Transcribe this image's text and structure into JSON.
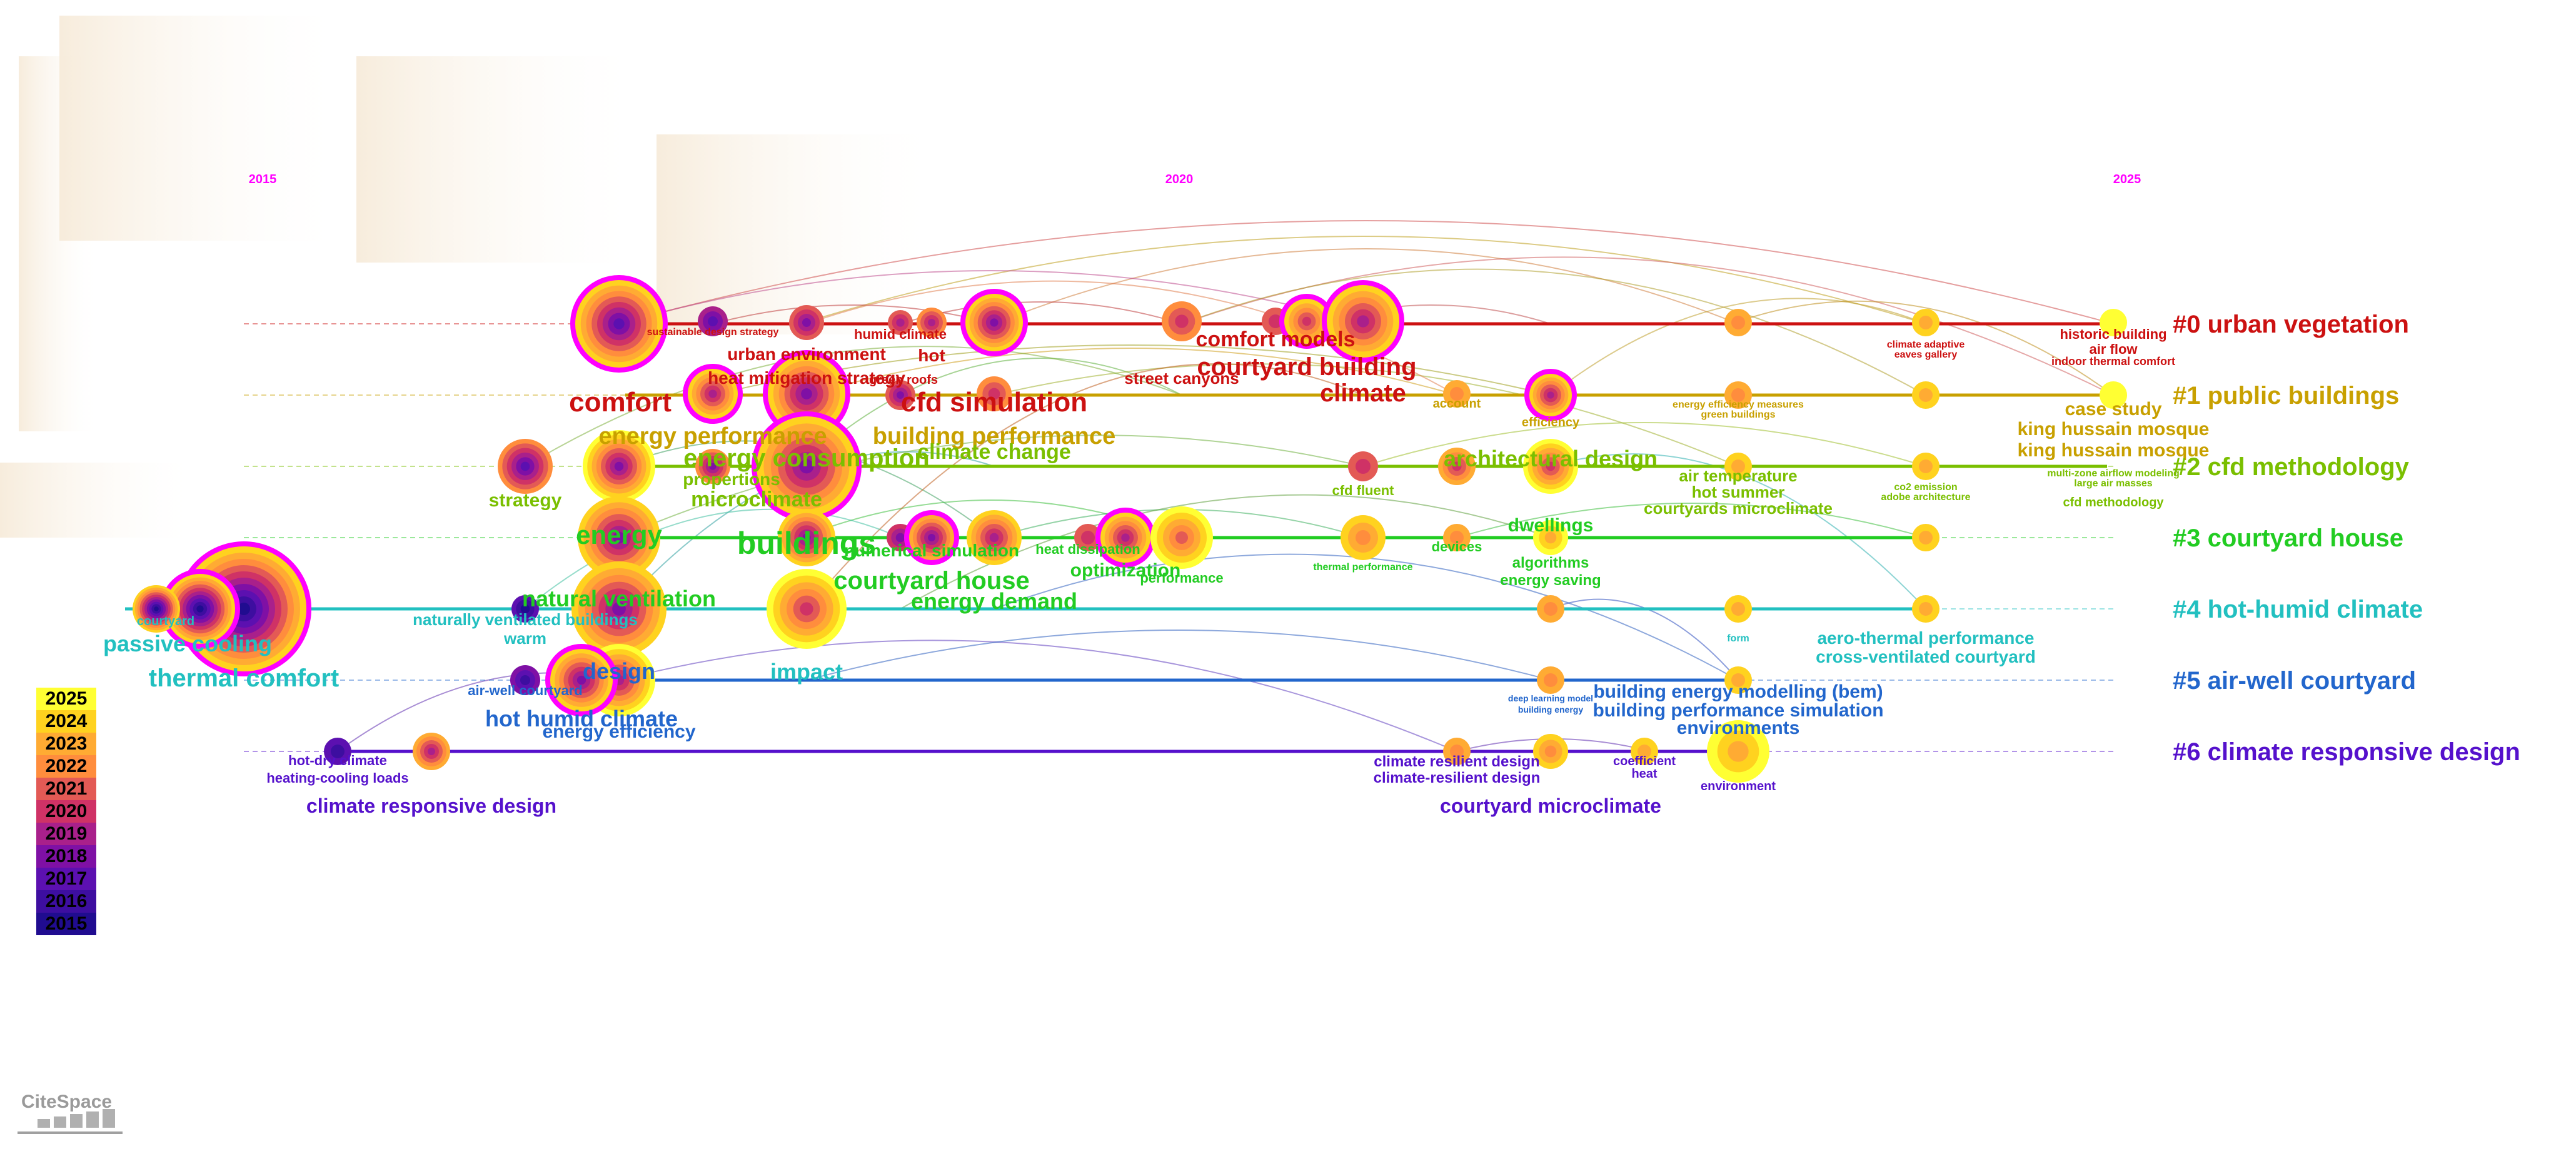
{
  "years": [
    "2015",
    "2020",
    "2025"
  ],
  "clusters": [
    {
      "id": 0,
      "label": "#0 urban vegetation",
      "color": "#cc1111"
    },
    {
      "id": 1,
      "label": "#1 public buildings",
      "color": "#c8a000"
    },
    {
      "id": 2,
      "label": "#2 cfd methodology",
      "color": "#7abf00"
    },
    {
      "id": 3,
      "label": "#3 courtyard house",
      "color": "#22cc22"
    },
    {
      "id": 4,
      "label": "#4 hot-humid climate",
      "color": "#22c0c0"
    },
    {
      "id": 5,
      "label": "#5 air-well courtyard",
      "color": "#2266cc"
    },
    {
      "id": 6,
      "label": "#6 climate responsive design",
      "color": "#5511cc"
    }
  ],
  "legend": {
    "years": [
      "2025",
      "2024",
      "2023",
      "2022",
      "2021",
      "2020",
      "2019",
      "2018",
      "2017",
      "2016",
      "2015"
    ],
    "colors": [
      "#ffff33",
      "#ffd21f",
      "#ffab33",
      "#ff8d3d",
      "#e35a55",
      "#cf3266",
      "#a9208b",
      "#7f10a5",
      "#5c10b0",
      "#3d0ea0",
      "#200c90"
    ]
  },
  "logo": "CiteSpace",
  "keywords": [
    {
      "text": "comfort",
      "cluster": 0
    },
    {
      "text": "cfd simulation",
      "cluster": 0
    },
    {
      "text": "urban environment",
      "cluster": 0
    },
    {
      "text": "heat mitigation strategy",
      "cluster": 0
    },
    {
      "text": "hot",
      "cluster": 0
    },
    {
      "text": "humid climate",
      "cluster": 0
    },
    {
      "text": "sustainable design strategy",
      "cluster": 0
    },
    {
      "text": "street canyons",
      "cluster": 0
    },
    {
      "text": "comfort models",
      "cluster": 0
    },
    {
      "text": "courtyard building",
      "cluster": 0
    },
    {
      "text": "climate",
      "cluster": 0
    },
    {
      "text": "green roofs",
      "cluster": 0
    },
    {
      "text": "climate adaptive",
      "cluster": 0
    },
    {
      "text": "eaves gallery",
      "cluster": 0
    },
    {
      "text": "historic building",
      "cluster": 0
    },
    {
      "text": "air flow",
      "cluster": 0
    },
    {
      "text": "indoor thermal comfort",
      "cluster": 0
    },
    {
      "text": "energy performance",
      "cluster": 1
    },
    {
      "text": "building performance",
      "cluster": 1
    },
    {
      "text": "account",
      "cluster": 1
    },
    {
      "text": "efficiency",
      "cluster": 1
    },
    {
      "text": "energy efficiency measures",
      "cluster": 1
    },
    {
      "text": "green buildings",
      "cluster": 1
    },
    {
      "text": "case study",
      "cluster": 1
    },
    {
      "text": "king hussain mosque",
      "cluster": 1
    },
    {
      "text": "king hussain mosque",
      "cluster": 1
    },
    {
      "text": "energy consumption",
      "cluster": 2
    },
    {
      "text": "climate change",
      "cluster": 2
    },
    {
      "text": "propertions",
      "cluster": 2
    },
    {
      "text": "microclimate",
      "cluster": 2
    },
    {
      "text": "strategy",
      "cluster": 2
    },
    {
      "text": "cfd fluent",
      "cluster": 2
    },
    {
      "text": "architectural design",
      "cluster": 2
    },
    {
      "text": "air temperature",
      "cluster": 2
    },
    {
      "text": "hot summer",
      "cluster": 2
    },
    {
      "text": "courtyards microclimate",
      "cluster": 2
    },
    {
      "text": "co2 emission",
      "cluster": 2
    },
    {
      "text": "adobe architecture",
      "cluster": 2
    },
    {
      "text": "multi-zone airflow modeling",
      "cluster": 2
    },
    {
      "text": "large air masses",
      "cluster": 2
    },
    {
      "text": "cfd methodology",
      "cluster": 2
    },
    {
      "text": "energy",
      "cluster": 3
    },
    {
      "text": "buildings",
      "cluster": 3
    },
    {
      "text": "numerical simulation",
      "cluster": 3
    },
    {
      "text": "heat dissipation",
      "cluster": 3
    },
    {
      "text": "courtyard house",
      "cluster": 3
    },
    {
      "text": "optimization",
      "cluster": 3
    },
    {
      "text": "performance",
      "cluster": 3
    },
    {
      "text": "energy demand",
      "cluster": 3
    },
    {
      "text": "thermal performance",
      "cluster": 3
    },
    {
      "text": "devices",
      "cluster": 3
    },
    {
      "text": "dwellings",
      "cluster": 3
    },
    {
      "text": "algorithms",
      "cluster": 3
    },
    {
      "text": "energy saving",
      "cluster": 3
    },
    {
      "text": "natural ventilation",
      "cluster": 3
    },
    {
      "text": "courtyard",
      "cluster": 4
    },
    {
      "text": "passive cooling",
      "cluster": 4
    },
    {
      "text": "thermal comfort",
      "cluster": 4
    },
    {
      "text": "naturally ventilated buildings",
      "cluster": 4
    },
    {
      "text": "warm",
      "cluster": 4
    },
    {
      "text": "impact",
      "cluster": 4
    },
    {
      "text": "form",
      "cluster": 4
    },
    {
      "text": "aero-thermal performance",
      "cluster": 4
    },
    {
      "text": "cross-ventilated courtyard",
      "cluster": 4
    },
    {
      "text": "air-well courtyard",
      "cluster": 5
    },
    {
      "text": "design",
      "cluster": 5
    },
    {
      "text": "hot humid climate",
      "cluster": 5
    },
    {
      "text": "energy efficiency",
      "cluster": 5
    },
    {
      "text": "deep learning model",
      "cluster": 5
    },
    {
      "text": "building energy",
      "cluster": 5
    },
    {
      "text": "building energy modelling (bem)",
      "cluster": 5
    },
    {
      "text": "building performance simulation",
      "cluster": 5
    },
    {
      "text": "environments",
      "cluster": 5
    },
    {
      "text": "hot-dry climate",
      "cluster": 6
    },
    {
      "text": "heating-cooling loads",
      "cluster": 6
    },
    {
      "text": "climate responsive design",
      "cluster": 6
    },
    {
      "text": "climate resilient design",
      "cluster": 6
    },
    {
      "text": "climate-resilient design",
      "cluster": 6
    },
    {
      "text": "coefficient",
      "cluster": 6
    },
    {
      "text": "heat",
      "cluster": 6
    },
    {
      "text": "environment",
      "cluster": 6
    },
    {
      "text": "courtyard microclimate",
      "cluster": 6
    }
  ]
}
